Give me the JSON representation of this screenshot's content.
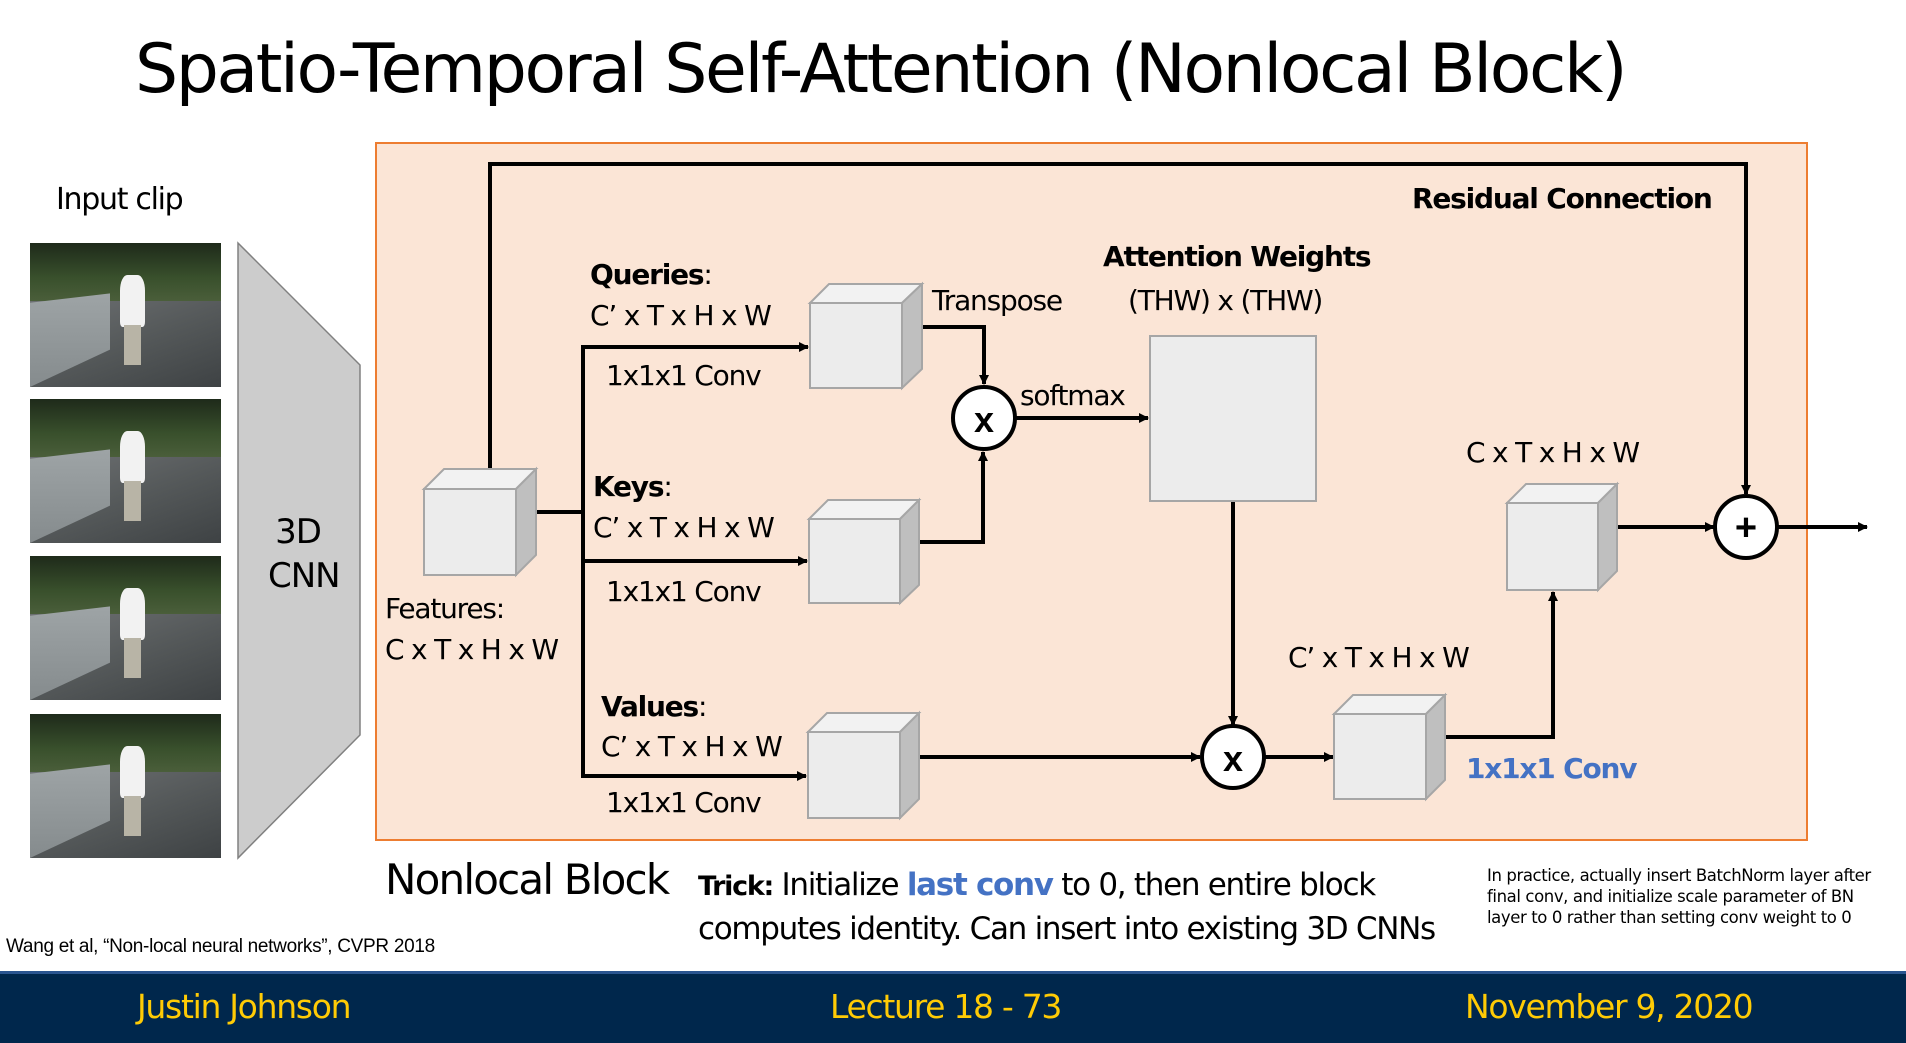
{
  "slide": {
    "title": "Spatio-Temporal Self-Attention (Nonlocal Block)",
    "citation": "Wang et al, “Non-local neural networks”, CVPR 2018"
  },
  "input": {
    "label": "Input clip",
    "frames": [
      "frame-1",
      "frame-2",
      "frame-3",
      "frame-4"
    ],
    "cnn_label_line1": "3D",
    "cnn_label_line2": "CNN"
  },
  "block": {
    "features_label": "Features:",
    "features_dims": "C x T x H x W",
    "residual_label": "Residual Connection",
    "queries_label": "Queries",
    "queries_dims": "C’ x T x H x W",
    "queries_conv": "1x1x1 Conv",
    "keys_label": "Keys",
    "keys_dims": "C’ x T x H x W",
    "keys_conv": "1x1x1 Conv",
    "values_label": "Values",
    "values_dims": "C’ x T x H x W",
    "values_conv": "1x1x1 Conv",
    "transpose_label": "Transpose",
    "softmax_label": "softmax",
    "attention_title": "Attention Weights",
    "attention_dims": "(THW) x (THW)",
    "multiply_symbol": "x",
    "plus_symbol": "+",
    "weighted_dims": "C’ x T x H x W",
    "output_conv": "1x1x1 Conv",
    "output_dims": "C x T x H x W",
    "colon": ":"
  },
  "caption": {
    "block_name": "Nonlocal Block",
    "trick_bold": "Trick:",
    "trick_pre": " Initialize ",
    "trick_highlight": "last conv",
    "trick_post": " to 0, then entire block",
    "trick_line2": "computes identity. Can insert into existing 3D CNNs",
    "practice_line1": "In practice, actually insert BatchNorm layer after",
    "practice_line2": "final conv, and initialize scale parameter of BN",
    "practice_line3": "layer to 0 rather than setting conv weight to 0"
  },
  "footer": {
    "author": "Justin Johnson",
    "lecture": "Lecture 18 - 73",
    "date": "November 9, 2020"
  },
  "colors": {
    "block_fill": "#fbe5d6",
    "block_border": "#ed7d31",
    "highlight_blue": "#4472c4",
    "footer_bg": "#00274c",
    "footer_text": "#ffcb05",
    "cube_face": "#ececec",
    "cnn_fill": "#cccccc"
  }
}
